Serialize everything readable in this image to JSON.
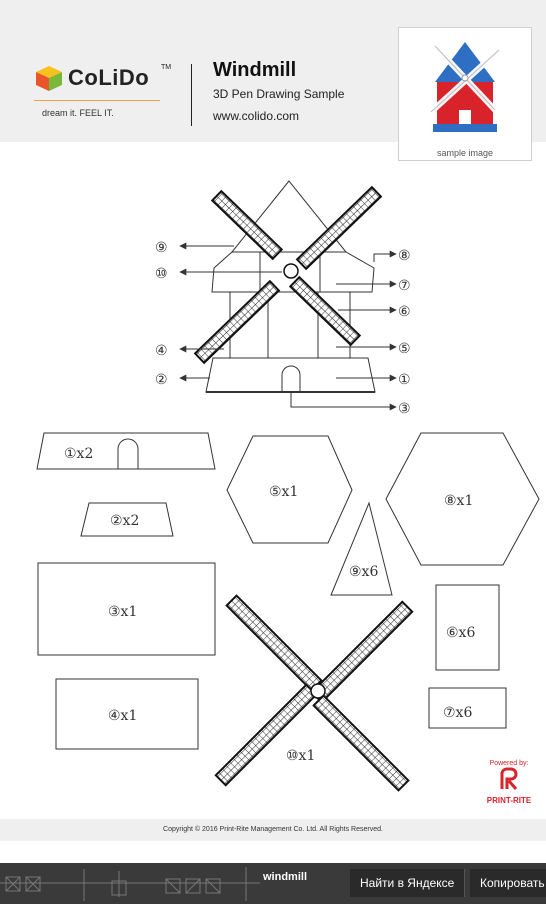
{
  "brand": {
    "name": "CoLiDo",
    "tm": "TM",
    "tagline": "dream it. FEEL IT."
  },
  "doc": {
    "title": "Windmill",
    "subtitle": "3D Pen Drawing Sample",
    "website": "www.colido.com"
  },
  "sample": {
    "label": "sample  image"
  },
  "callouts": [
    "⑨",
    "⑩",
    "④",
    "②",
    "⑧",
    "⑦",
    "⑥",
    "⑤",
    "①",
    "③"
  ],
  "pieces": {
    "p1": "①x2",
    "p2": "②x2",
    "p3": "③x1",
    "p4": "④x1",
    "p5": "⑤x1",
    "p6": "⑥x6",
    "p7": "⑦x6",
    "p8": "⑧x1",
    "p9": "⑨x6",
    "p10": "⑩x1"
  },
  "powered": {
    "by": "Powered by:",
    "name": "PRINT-RITE"
  },
  "copyright": "Copyright © 2016 Print-Rite Management Co. Ltd. All Rights Reserved.",
  "bottom": {
    "tab": "windmill",
    "search": "Найти в Яндексе",
    "copy": "Копировать"
  },
  "colors": {
    "red": "#d8232a",
    "blue": "#2f6fc3",
    "orange": "#f2a23b"
  }
}
